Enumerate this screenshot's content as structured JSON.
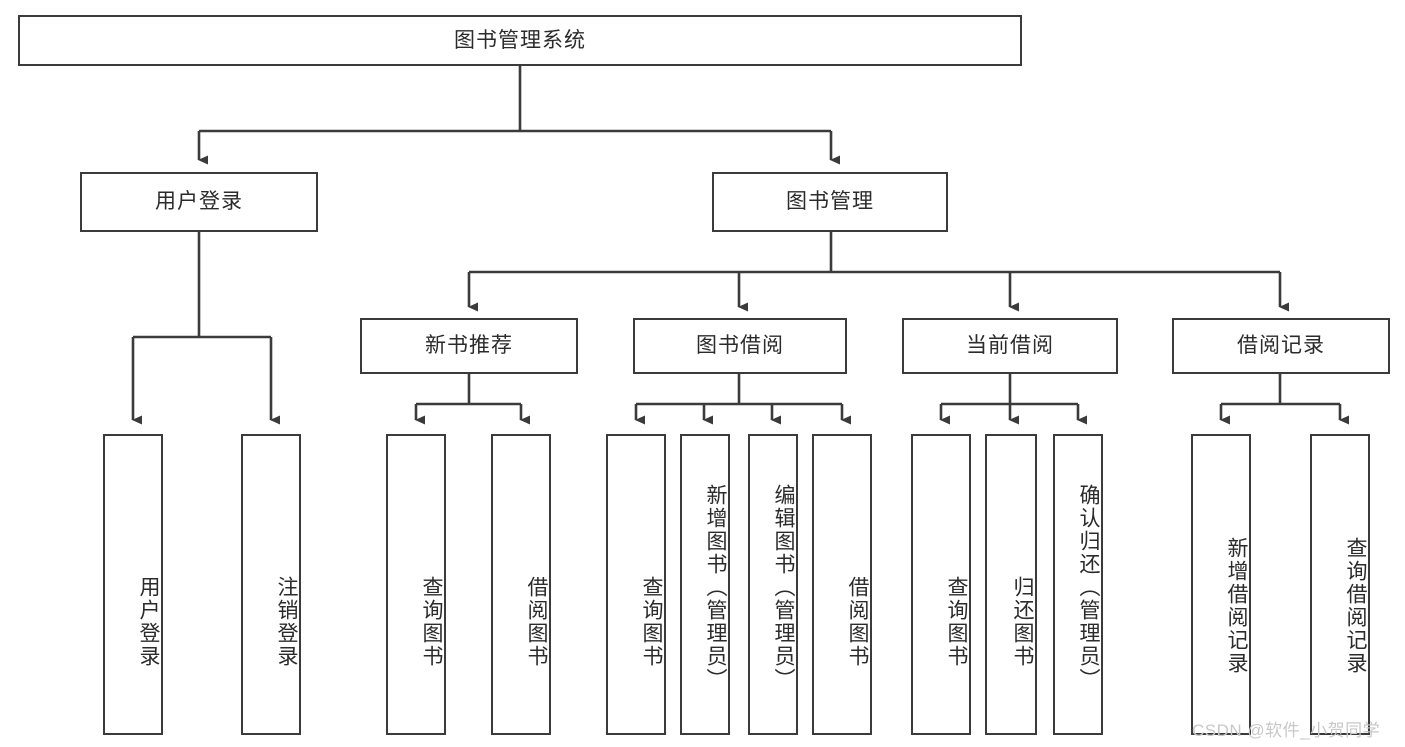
{
  "diagram": {
    "title": "图书管理系统",
    "type": "tree-hierarchy-diagram",
    "colors": {
      "box_border": "#3b3b3b",
      "box_fill": "#ffffff",
      "connector": "#3b3b3b",
      "text": "#2b2b2b",
      "watermark": "#c8c8c8",
      "background": "#ffffff"
    },
    "nodes": {
      "root": {
        "label": "图书管理系统",
        "orientation": "horizontal"
      },
      "user_login": {
        "label": "用户登录",
        "orientation": "horizontal"
      },
      "book_manage": {
        "label": "图书管理",
        "orientation": "horizontal"
      },
      "new_book_rec": {
        "label": "新书推荐",
        "orientation": "horizontal"
      },
      "book_borrow": {
        "label": "图书借阅",
        "orientation": "horizontal"
      },
      "current_borrow": {
        "label": "当前借阅",
        "orientation": "horizontal"
      },
      "borrow_record": {
        "label": "借阅记录",
        "orientation": "horizontal"
      },
      "leaf_user_login": {
        "label": "用户登录",
        "orientation": "vertical"
      },
      "leaf_logout": {
        "label": "注销登录",
        "orientation": "vertical"
      },
      "leaf_query_book_1": {
        "label": "查询图书",
        "orientation": "vertical"
      },
      "leaf_borrow_book_1": {
        "label": "借阅图书",
        "orientation": "vertical"
      },
      "leaf_query_book_2": {
        "label": "查询图书",
        "orientation": "vertical"
      },
      "leaf_add_book": {
        "label": "新增图书（管理员）",
        "orientation": "vertical"
      },
      "leaf_edit_book": {
        "label": "编辑图书（管理员）",
        "orientation": "vertical"
      },
      "leaf_borrow_book_2": {
        "label": "借阅图书",
        "orientation": "vertical"
      },
      "leaf_query_book_3": {
        "label": "查询图书",
        "orientation": "vertical"
      },
      "leaf_return_book": {
        "label": "归还图书",
        "orientation": "vertical"
      },
      "leaf_confirm_return": {
        "label": "确认归还（管理员）",
        "orientation": "vertical"
      },
      "leaf_add_record": {
        "label": "新增借阅记录",
        "orientation": "vertical"
      },
      "leaf_query_record": {
        "label": "查询借阅记录",
        "orientation": "vertical"
      }
    },
    "edges": [
      {
        "from": "root",
        "to": "user_login"
      },
      {
        "from": "root",
        "to": "book_manage"
      },
      {
        "from": "user_login",
        "to": "leaf_user_login"
      },
      {
        "from": "user_login",
        "to": "leaf_logout"
      },
      {
        "from": "book_manage",
        "to": "new_book_rec"
      },
      {
        "from": "book_manage",
        "to": "book_borrow"
      },
      {
        "from": "book_manage",
        "to": "current_borrow"
      },
      {
        "from": "book_manage",
        "to": "borrow_record"
      },
      {
        "from": "new_book_rec",
        "to": "leaf_query_book_1"
      },
      {
        "from": "new_book_rec",
        "to": "leaf_borrow_book_1"
      },
      {
        "from": "book_borrow",
        "to": "leaf_query_book_2"
      },
      {
        "from": "book_borrow",
        "to": "leaf_add_book"
      },
      {
        "from": "book_borrow",
        "to": "leaf_edit_book"
      },
      {
        "from": "book_borrow",
        "to": "leaf_borrow_book_2"
      },
      {
        "from": "current_borrow",
        "to": "leaf_query_book_3"
      },
      {
        "from": "current_borrow",
        "to": "leaf_return_book"
      },
      {
        "from": "current_borrow",
        "to": "leaf_confirm_return"
      },
      {
        "from": "borrow_record",
        "to": "leaf_add_record"
      },
      {
        "from": "borrow_record",
        "to": "leaf_query_record"
      }
    ],
    "watermark": "CSDN @软件_小贺同学"
  }
}
